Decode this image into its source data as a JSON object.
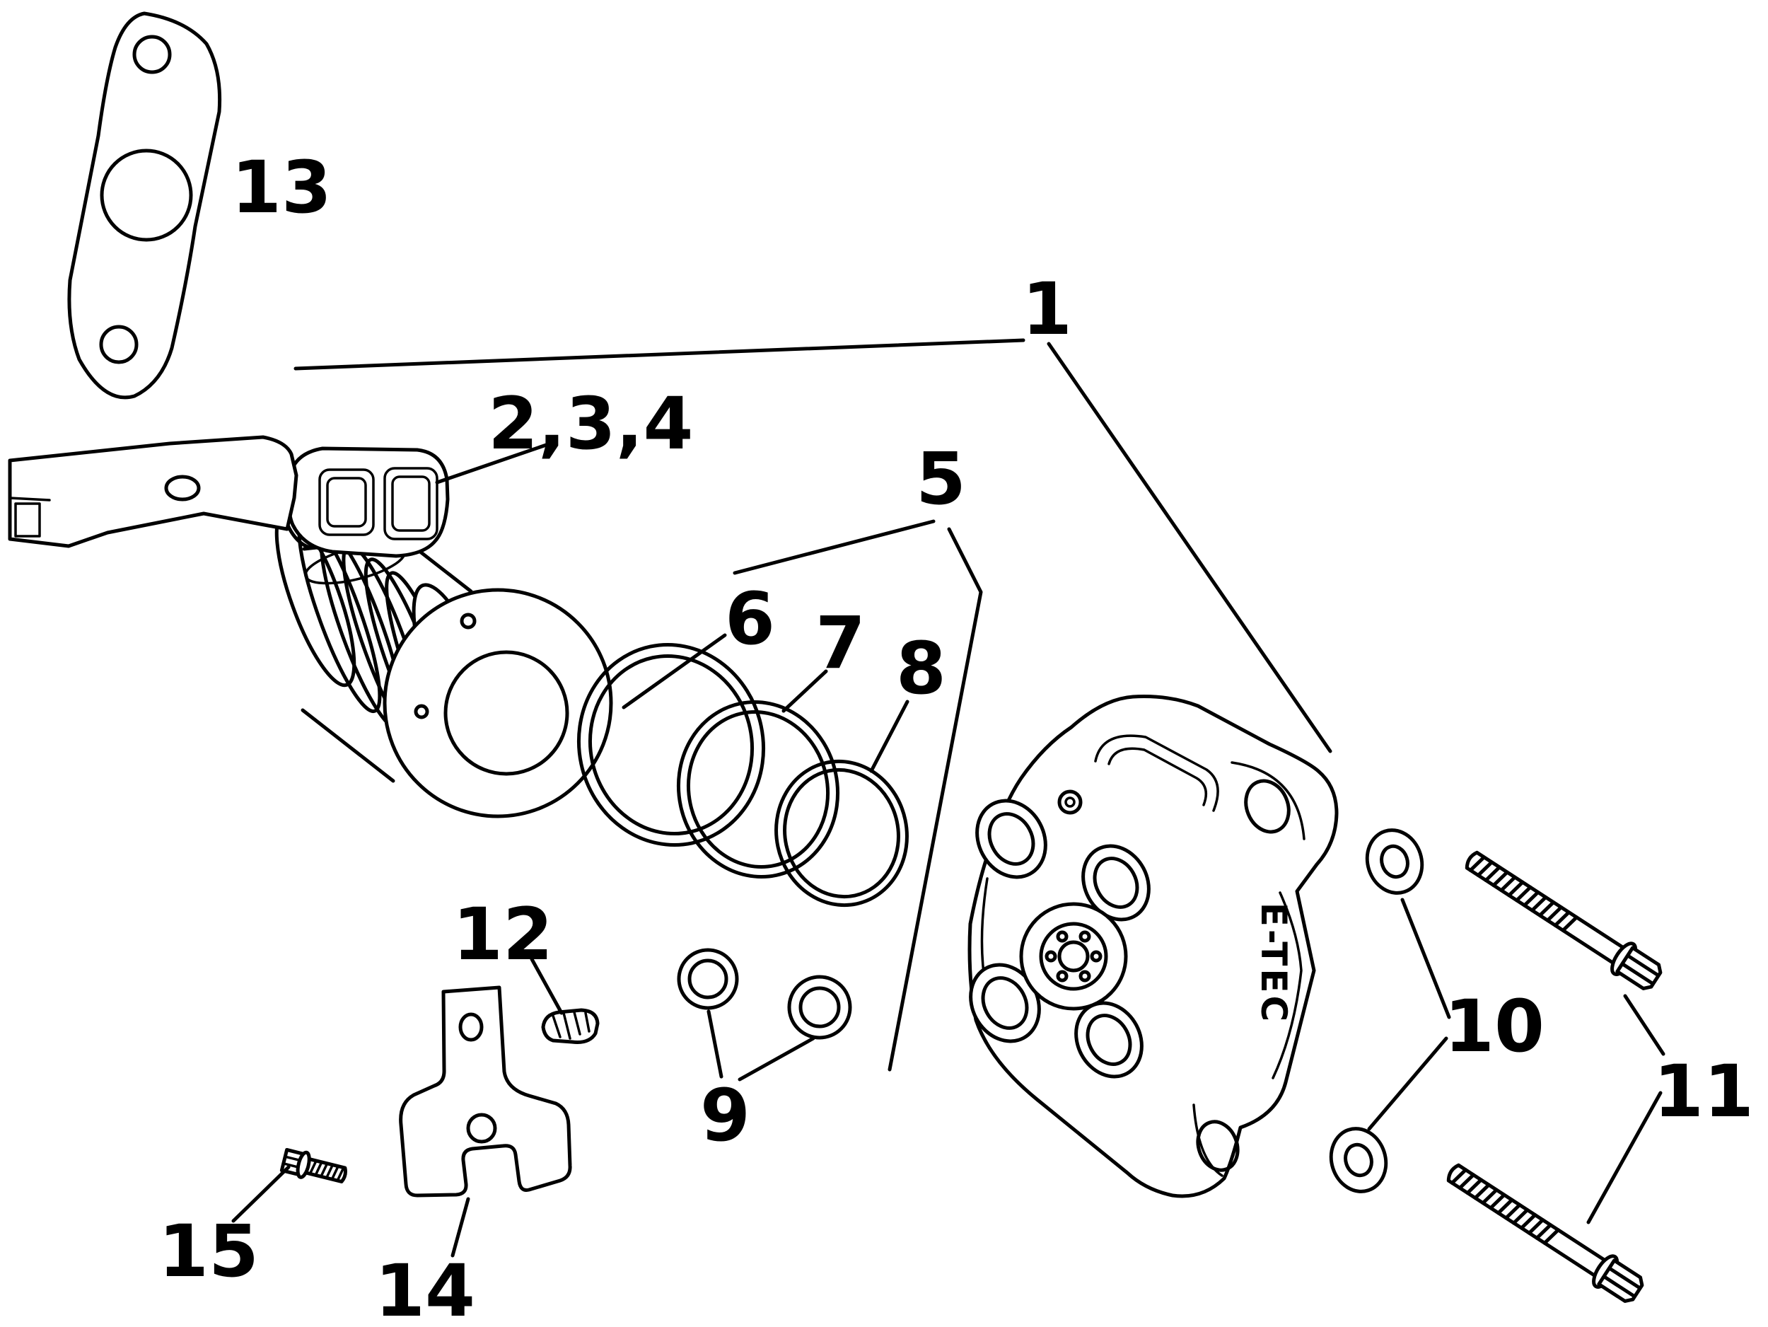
{
  "diagram": {
    "colors": {
      "line": "#000000",
      "background": "#ffffff"
    },
    "part_marking": "E-TEC",
    "callouts": [
      {
        "label": "1"
      },
      {
        "label": "2,3,4"
      },
      {
        "label": "5"
      },
      {
        "label": "6"
      },
      {
        "label": "7"
      },
      {
        "label": "8"
      },
      {
        "label": "9"
      },
      {
        "label": "10"
      },
      {
        "label": "11"
      },
      {
        "label": "12"
      },
      {
        "label": "13"
      },
      {
        "label": "14"
      },
      {
        "label": "15"
      }
    ]
  }
}
